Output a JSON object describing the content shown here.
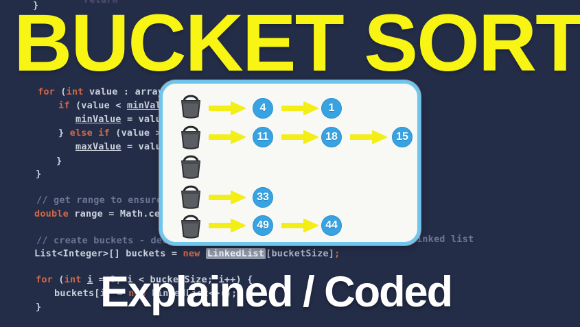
{
  "header": {
    "title": "BUCKET SORT"
  },
  "footer": {
    "caption": "Explained / Coded"
  },
  "colors": {
    "background": "#242d47",
    "title_yellow": "#f8f515",
    "footer_white": "#ffffff",
    "panel_background": "#f8f8f5",
    "panel_border_blue": "#6ec6ee",
    "chip_blue": "#38a3e2",
    "arrow_yellow": "#f2ee16",
    "bucket_gray": "#5a5e63",
    "code_keyword_orange": "#d0684a",
    "code_plain": "#c9d0dd",
    "code_comment_gray": "#6b7493"
  },
  "icons": {
    "bucket": "bucket-icon",
    "arrow": "arrow-right-icon"
  },
  "code": {
    "top": {
      "brace": "}",
      "faded": "return"
    },
    "minmax_block": {
      "l1": {
        "kw": "for",
        "p1": " (",
        "kw2": "int",
        "p2": " value : array) {"
      },
      "l2": {
        "kw": "if",
        "p1": " (value < ",
        "var": "minValue",
        "p2": ")"
      },
      "l3": {
        "var": "minValue",
        "p1": " = value",
        "semi": ";"
      },
      "l4": {
        "p1": "} ",
        "kw": "else if",
        "p2": " (value > ma"
      },
      "l5": {
        "var": "maxValue",
        "p1": " = value",
        "semi": ";"
      },
      "l6": {
        "brace": "}"
      },
      "l7": {
        "brace": "}"
      }
    },
    "range_block": {
      "comment": "// get range to ensure va",
      "l1": {
        "kw": "double",
        "p1": " range = Math.ceil("
      }
    },
    "buckets_block": {
      "comment": "// create buckets - declar",
      "comment_right": "inked list",
      "l1": {
        "p1": "List<Integer>[] buckets = ",
        "kw": "new",
        "sp": " ",
        "hl": "LinkedList",
        "p2": "[bucketSize]",
        "semi": ";"
      }
    },
    "loop_block": {
      "l1": {
        "kw": "for",
        "p1": " (",
        "kw2": "int",
        "sp": " ",
        "var": "i",
        "p2": " = ",
        "num": "0",
        "p3": "; i < bucketSize; i++) {"
      },
      "l2": {
        "p1": "buckets[i] = ",
        "kw": "new",
        "p2": " LinkedList<>();"
      },
      "l3": {
        "brace": "}"
      }
    }
  },
  "panel": {
    "rows": [
      {
        "values": [
          "4",
          "1"
        ]
      },
      {
        "values": [
          "11",
          "18",
          "15"
        ]
      },
      {
        "values": []
      },
      {
        "values": [
          "33"
        ]
      },
      {
        "values": [
          "49",
          "44"
        ]
      }
    ]
  }
}
